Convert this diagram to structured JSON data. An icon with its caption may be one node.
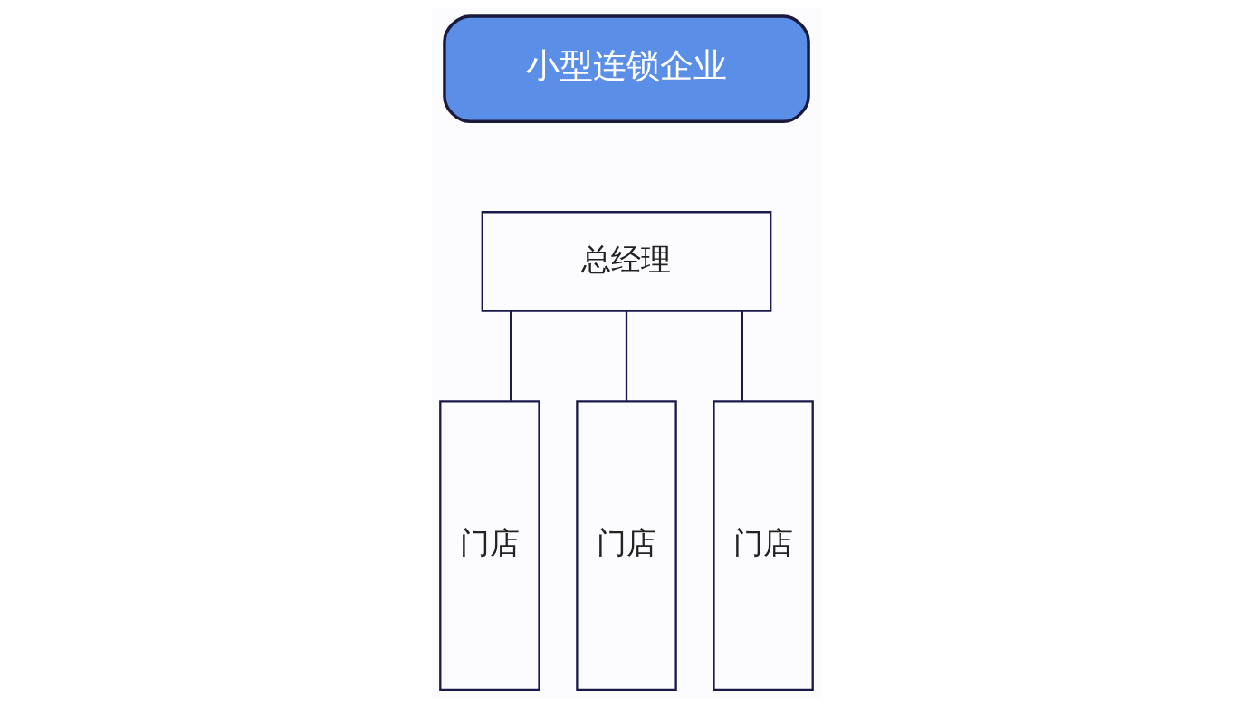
{
  "diagram": {
    "nodes": [
      {
        "text": [
          "小型连锁企业"
        ]
      },
      {
        "text": [
          "总经理"
        ]
      },
      {
        "text": [
          "门店"
        ]
      },
      {
        "text": [
          "门店"
        ]
      },
      {
        "text": [
          "门店"
        ]
      }
    ],
    "edges": [
      {
        "from": 1,
        "to": 2,
        "arrow": "none"
      },
      {
        "from": 1,
        "to": 3,
        "arrow": "none"
      },
      {
        "from": 1,
        "to": 4,
        "arrow": "none"
      }
    ]
  }
}
